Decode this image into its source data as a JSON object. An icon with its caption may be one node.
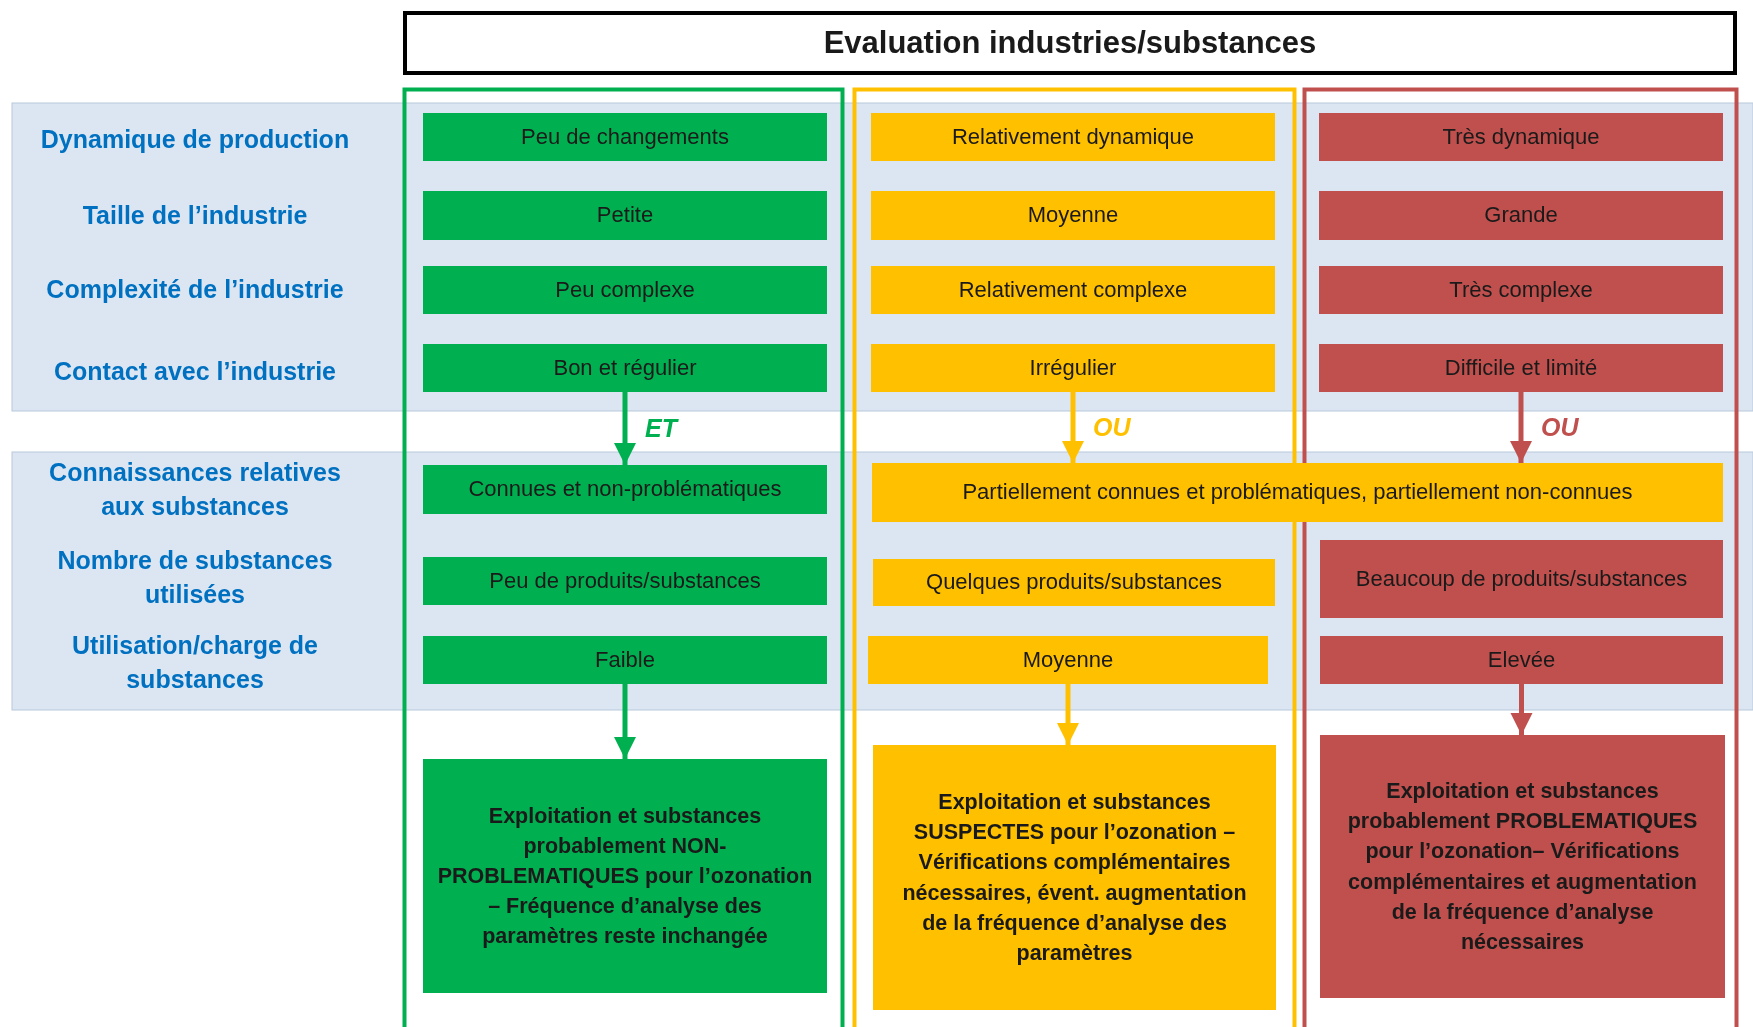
{
  "diagram": {
    "nodes": [
      {
        "text": [
          "Evaluation industries/substances"
        ]
      },
      {
        "text": [
          "Peu de changements"
        ]
      },
      {
        "text": [
          "Petite"
        ]
      },
      {
        "text": [
          "Peu complexe"
        ]
      },
      {
        "text": [
          "Bon et régulier"
        ]
      },
      {
        "text": [
          "Connues et non-problématiques"
        ]
      },
      {
        "text": [
          "Peu de produits/substances"
        ]
      },
      {
        "text": [
          "Faible"
        ]
      },
      {
        "text": [
          "Exploitation et substances probablement NON-PROBLEMATIQUES pour l’ozonation – Fréquence d’analyse des paramètres reste inchangée"
        ]
      },
      {
        "text": [
          "Relativement dynamique"
        ]
      },
      {
        "text": [
          "Moyenne"
        ]
      },
      {
        "text": [
          "Relativement complexe"
        ]
      },
      {
        "text": [
          "Irrégulier"
        ]
      },
      {
        "text": [
          "Partiellement connues et problématiques, partiellement non-connues"
        ]
      },
      {
        "text": [
          "Quelques produits/substances"
        ]
      },
      {
        "text": [
          "Moyenne"
        ]
      },
      {
        "text": [
          "Exploitation et substances SUSPECTES pour l’ozonation – Vérifications complémentaires nécessaires, évent. augmentation de la fréquence d’analyse des paramètres"
        ]
      },
      {
        "text": [
          "Très dynamique"
        ]
      },
      {
        "text": [
          "Grande"
        ]
      },
      {
        "text": [
          "Très complexe"
        ]
      },
      {
        "text": [
          "Difficile et limité"
        ]
      },
      {
        "text": [
          "Beaucoup de produits/substances"
        ]
      },
      {
        "text": [
          "Elevée"
        ]
      },
      {
        "text": [
          "Exploitation et substances probablement PROBLEMATIQUES pour l’ozonation– Vérifications complémentaires et augmentation de la fréquence d’analyse nécessaires"
        ]
      }
    ],
    "edges": [
      {
        "from": 4,
        "to": 5,
        "arrow": "to",
        "label": "ET",
        "color": "#00b050"
      },
      {
        "from": 12,
        "to": 13,
        "arrow": "to",
        "label": "OU",
        "color": "#ffc000"
      },
      {
        "from": 20,
        "to": 13,
        "arrow": "to",
        "label": "OU",
        "color": "#c0504d"
      },
      {
        "from": 7,
        "to": 8,
        "arrow": "to",
        "color": "#00b050"
      },
      {
        "from": 15,
        "to": 16,
        "arrow": "to",
        "color": "#ffc000"
      },
      {
        "from": 22,
        "to": 23,
        "arrow": "to",
        "color": "#c0504d"
      }
    ],
    "labels": [
      "Dynamique de production",
      "Taille de l’industrie",
      "Complexité de l’industrie",
      "Contact avec l’industrie",
      "Connaissances relatives aux substances",
      "Nombre de substances utilisées",
      "Utilisation/charge de substances"
    ]
  }
}
